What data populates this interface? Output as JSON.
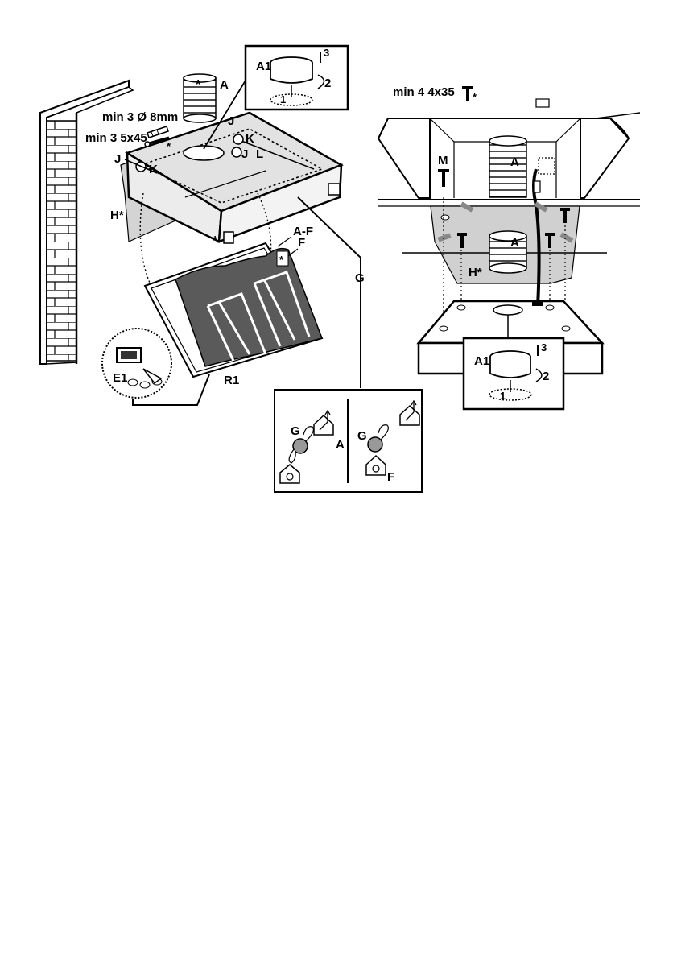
{
  "labels": {
    "a_duct_left": "A",
    "star_duct_left": "*",
    "plugs_spec": "min 3 Ø 8mm",
    "screws_spec": "min 3 5x45",
    "star_screws": "*",
    "j_left": "J",
    "k_left": "K",
    "j_top": "J",
    "k_top": "K",
    "j_mid": "J",
    "l_mid": "L",
    "h_left": "H*",
    "star_bottom": "*",
    "af": "A-F",
    "f": "F",
    "star_filter": "*",
    "e1": "E1",
    "r1": "R1",
    "g_line": "G",
    "inset_left_a1": "A1",
    "inset_left_3": "3",
    "inset_left_2": "2",
    "inset_left_1": "1",
    "right_screws_spec": "min 4 4x35",
    "star_right_screws": "*",
    "m": "M",
    "a_upper": "A",
    "a_lower": "A",
    "h_right": "H*",
    "inset_right_a1": "A1",
    "inset_right_3": "3",
    "inset_right_2": "2",
    "inset_right_1": "1",
    "g_box_left": "G",
    "a_box": "A",
    "g_box_right": "G",
    "f_box": "F"
  },
  "icons": [
    "brick-wall-icon",
    "hood-icon",
    "duct-icon",
    "wall-plug-icon",
    "screw-icon",
    "grease-filter-icon",
    "carbon-filter-icon",
    "extraction-house-icon",
    "recirculation-house-icon",
    "slider-knob-icon",
    "power-cable-icon"
  ]
}
